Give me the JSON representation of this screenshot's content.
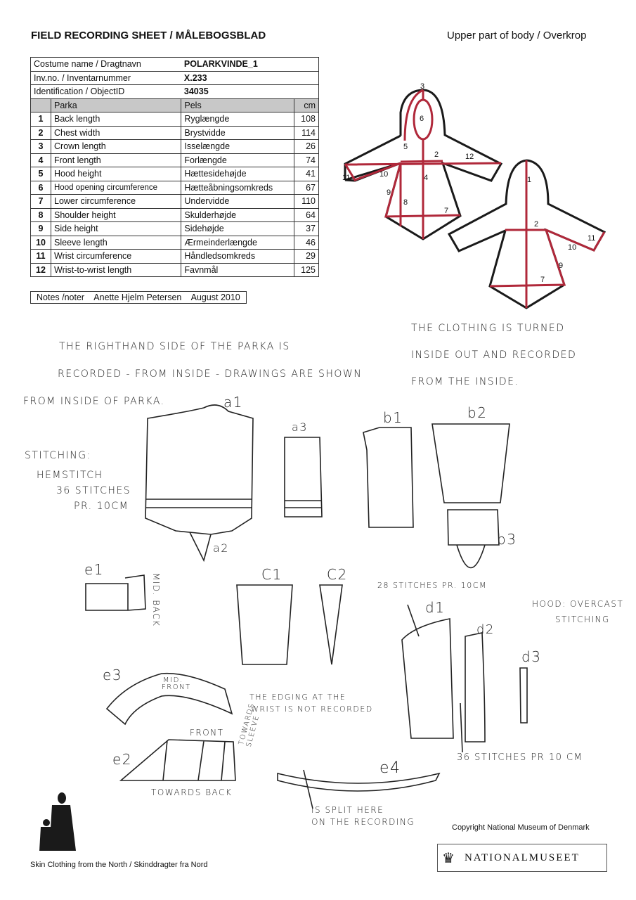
{
  "header": {
    "title": "FIELD RECORDING SHEET / MÅLEBOGSBLAD",
    "section": "Upper part of body / Overkrop"
  },
  "meta": [
    {
      "label": "Costume name / Dragtnavn",
      "value": "POLARKVINDE_1"
    },
    {
      "label": "Inv.no. / Inventarnummer",
      "value": "X.233"
    },
    {
      "label": "Identification / ObjectID",
      "value": "34035"
    }
  ],
  "table": {
    "headers": [
      "",
      "Parka",
      "Pels",
      "cm"
    ],
    "rows": [
      [
        "1",
        "Back length",
        "Ryglængde",
        "108"
      ],
      [
        "2",
        "Chest width",
        "Brystvidde",
        "114"
      ],
      [
        "3",
        "Crown length",
        "Isselængde",
        "26"
      ],
      [
        "4",
        "Front length",
        "Forlængde",
        "74"
      ],
      [
        "5",
        "Hood height",
        "Hættesidehøjde",
        "41"
      ],
      [
        "6",
        "Hood opening circumference",
        "Hætteåbningsomkreds",
        "67"
      ],
      [
        "7",
        "Lower circumference",
        "Undervidde",
        "110"
      ],
      [
        "8",
        "Shoulder height",
        "Skulderhøjde",
        "64"
      ],
      [
        "9",
        "Side height",
        "Sidehøjde",
        "37"
      ],
      [
        "10",
        "Sleeve length",
        "Ærmeinderlængde",
        "46"
      ],
      [
        "11",
        "Wrist circumference",
        "Håndledsomkreds",
        "29"
      ],
      [
        "12",
        "Wrist-to-wrist length",
        "Favnmål",
        "125"
      ]
    ]
  },
  "notes": {
    "label": "Notes /noter",
    "author": "Anette Hjelm Petersen",
    "date": "August 2010"
  },
  "diagram_labels": {
    "front": [
      "3",
      "6",
      "5",
      "2",
      "12",
      "11",
      "10",
      "4",
      "9",
      "8",
      "7"
    ],
    "back": [
      "1",
      "2",
      "11",
      "10",
      "9",
      "7"
    ]
  },
  "handwritten": {
    "turned": [
      "THE CLOTHING IS TURNED",
      "INSIDE OUT AND RECORDED",
      "FROM THE INSIDE."
    ],
    "righthand": [
      "THE RIGHTHAND SIDE OF THE PARKA IS",
      "RECORDED - FROM INSIDE - DRAWINGS ARE SHOWN",
      "FROM INSIDE OF PARKA."
    ],
    "stitching": [
      "STITCHING:",
      "HEMSTITCH",
      "36 STITCHES",
      "PR. 10CM"
    ],
    "pieces": {
      "a1": "a1",
      "a2": "a2",
      "a3": "a3",
      "b1": "b1",
      "b2": "b2",
      "b3": "b3",
      "c1": "C1",
      "c2": "C2",
      "d1": "d1",
      "d2": "d2",
      "d3": "d3",
      "e1": "e1",
      "e2": "e2",
      "e3": "e3",
      "e4": "e4"
    },
    "mid_back": "MID. BACK",
    "stitches28": "28 STITCHES PR. 10CM",
    "hood": [
      "HOOD: OVERCAST",
      "STITCHING"
    ],
    "mid_front": [
      "MID.",
      "FRONT"
    ],
    "edging": [
      "THE EDGING AT THE",
      "WRIST IS NOT RECORDED"
    ],
    "front": "FRONT",
    "towards_sleeve": [
      "TOWARDS",
      "SLEEVE"
    ],
    "towards_back": "TOWARDS BACK",
    "stitches36": "36 STITCHES PR 10 CM",
    "split": [
      "IS SPLIT HERE",
      "ON THE RECORDING"
    ]
  },
  "footer": {
    "copyright": "Copyright National Museum of Denmark",
    "museum": "NATIONALMUSEET",
    "series": "Skin Clothing from the North / Skinddragter fra Nord"
  },
  "colors": {
    "measure": "#b0283a",
    "outline": "#1a1a1a"
  }
}
